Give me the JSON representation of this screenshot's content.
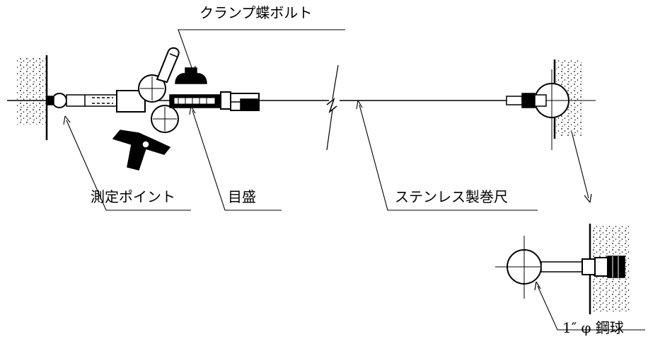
{
  "labels": {
    "clamp_bolt": "クランプ蝶ボルト",
    "measuring_point": "測定ポイント",
    "scale": "目盛",
    "tape": "ステンレス製巻尺",
    "steel_ball": "1″ φ 鋼球"
  },
  "colors": {
    "ink": "#000000",
    "paper": "#ffffff"
  }
}
